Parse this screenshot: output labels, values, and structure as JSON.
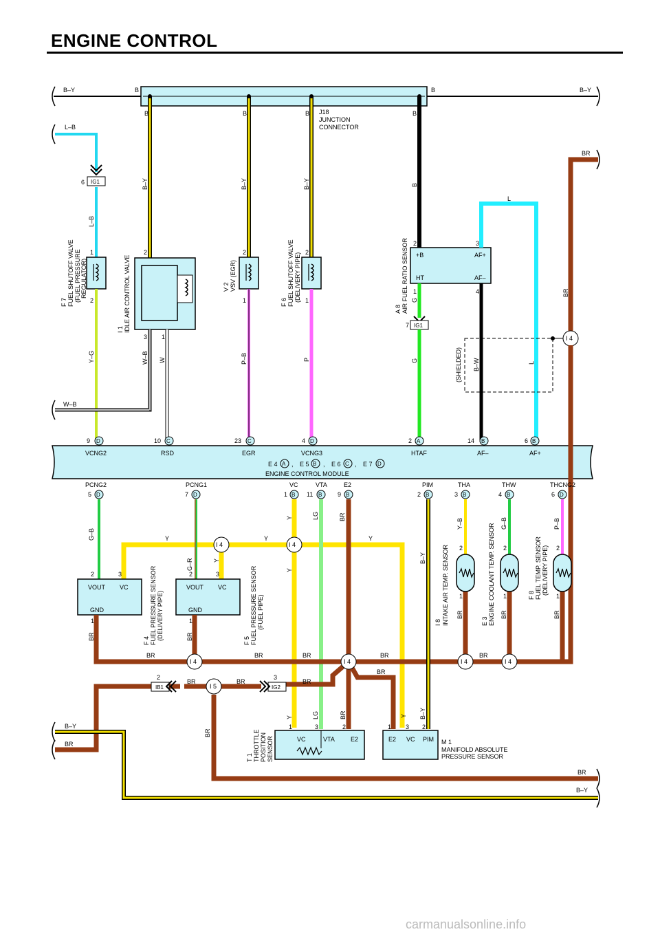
{
  "title": "ENGINE CONTROL",
  "footer": "carmanualsonline.info",
  "colors": {
    "B": "#000000",
    "BY": "#f3e000",
    "LB": "#22d8f0",
    "YG": "#c8e82a",
    "WB": "#9a9a9a",
    "W": "#ffffff",
    "PB": "#ff66ff",
    "P": "#ff66ff",
    "G": "#22e822",
    "L": "#22eeff",
    "BR": "#963c14",
    "Y": "#ffe400",
    "LG": "#88f088",
    "GB": "#22cc44",
    "GR": "#22cc44",
    "YB": "#ffe400",
    "component_fill": "#c9f2f8"
  },
  "wires": {
    "by": "B–Y",
    "b": "B",
    "lb": "L–B",
    "br": "BR",
    "l": "L",
    "wb": "W–B",
    "yg": "Y–G",
    "w": "W",
    "pb": "P–B",
    "p": "P",
    "g": "G",
    "bw": "B–W",
    "gb": "G–B",
    "gr": "G–R",
    "y": "Y",
    "lg": "LG",
    "yb": "Y–B",
    "pb2": "P–B"
  },
  "junction": {
    "name": "J18",
    "line1": "JUNCTION",
    "line2": "CONNECTOR"
  },
  "connectors": {
    "ig1": "IG1",
    "ib1": "IB1",
    "ig2": "IG2",
    "i4": "I 4",
    "i5": "I 5",
    "shielded": "(SHIELDED)"
  },
  "components": {
    "f7": {
      "code": "F 7",
      "name": "FUEL SHUTOFF VALVE",
      "sub1": "(FUEL PRESSURE",
      "sub2": "REGULATOR)"
    },
    "i1": {
      "code": "I 1",
      "name": "IDLE AIR CONTROL VALVE"
    },
    "v2": {
      "code": "V 2",
      "name": "VSV (EGR)"
    },
    "f6": {
      "code": "F 6",
      "name": "FUEL SHUTOFF VALVE",
      "sub1": "(DELIVERY PIPE)"
    },
    "a8": {
      "code": "A 8",
      "name": "AIR FUEL RATIO SENSOR",
      "pin_b": "+B",
      "pin_ht": "HT",
      "pin_afp": "AF+",
      "pin_afm": "AF–"
    },
    "f4": {
      "code": "F 4",
      "name": "FUEL PRESSURE SENSOR",
      "sub1": "(DELIVERY PIPE)"
    },
    "f5": {
      "code": "F 5",
      "name": "FUEL PRESSURE SENSOR",
      "sub1": "(FUEL PIPE)"
    },
    "i8": {
      "code": "I 8",
      "name": "INTAKE AIR TEMP.  SENSOR"
    },
    "e3": {
      "code": "E 3",
      "name": "ENGINE COOLANT TEMP.  SENSOR"
    },
    "f8": {
      "code": "F 8",
      "name": "FUEL TEMP.  SENSOR",
      "sub1": "(DELIVERY PIPE)"
    },
    "t1": {
      "code": "T 1",
      "line1": "THROTTLE",
      "line2": "POSITION",
      "line3": "SENSOR",
      "pin_vc": "VC",
      "pin_vta": "VTA",
      "pin_e2": "E2"
    },
    "m1": {
      "code": "M 1",
      "line1": "MANIFOLD ABSOLUTE",
      "line2": "PRESSURE SENSOR",
      "pin_e2": "E2",
      "pin_vc": "VC",
      "pin_pim": "PIM"
    }
  },
  "sensor_pins": {
    "vout": "VOUT",
    "vc": "VC",
    "gnd": "GND"
  },
  "ecm": {
    "name": "ENGINE CONTROL MODULE",
    "codes_line": [
      "E 4",
      "A",
      ",",
      "E 5",
      "B",
      ",",
      "E 6",
      "C",
      ",",
      "E 7",
      "D"
    ],
    "top_labels": [
      "VCNG2",
      "RSD",
      "EGR",
      "VCNG3",
      "HTAF",
      "AF–",
      "AF+"
    ],
    "bottom_labels": [
      "PCNG2",
      "PCNG1",
      "VC",
      "VTA",
      "E2",
      "PIM",
      "THA",
      "THW",
      "THCNG2"
    ],
    "top_pins": [
      {
        "num": "9",
        "letter": "D"
      },
      {
        "num": "10",
        "letter": "C"
      },
      {
        "num": "23",
        "letter": "C"
      },
      {
        "num": "4",
        "letter": "D"
      },
      {
        "num": "2",
        "letter": "A"
      },
      {
        "num": "14",
        "letter": "B"
      },
      {
        "num": "6",
        "letter": "B"
      }
    ],
    "bottom_pins": [
      {
        "num": "5",
        "letter": "D"
      },
      {
        "num": "7",
        "letter": "D"
      },
      {
        "num": "1",
        "letter": "B"
      },
      {
        "num": "11",
        "letter": "B"
      },
      {
        "num": "9",
        "letter": "B"
      },
      {
        "num": "2",
        "letter": "B"
      },
      {
        "num": "3",
        "letter": "B"
      },
      {
        "num": "4",
        "letter": "B"
      },
      {
        "num": "6",
        "letter": "D"
      }
    ]
  },
  "pins": {
    "p1": "1",
    "p2": "2",
    "p3": "3",
    "p4": "4",
    "p6": "6",
    "p7": "7"
  }
}
